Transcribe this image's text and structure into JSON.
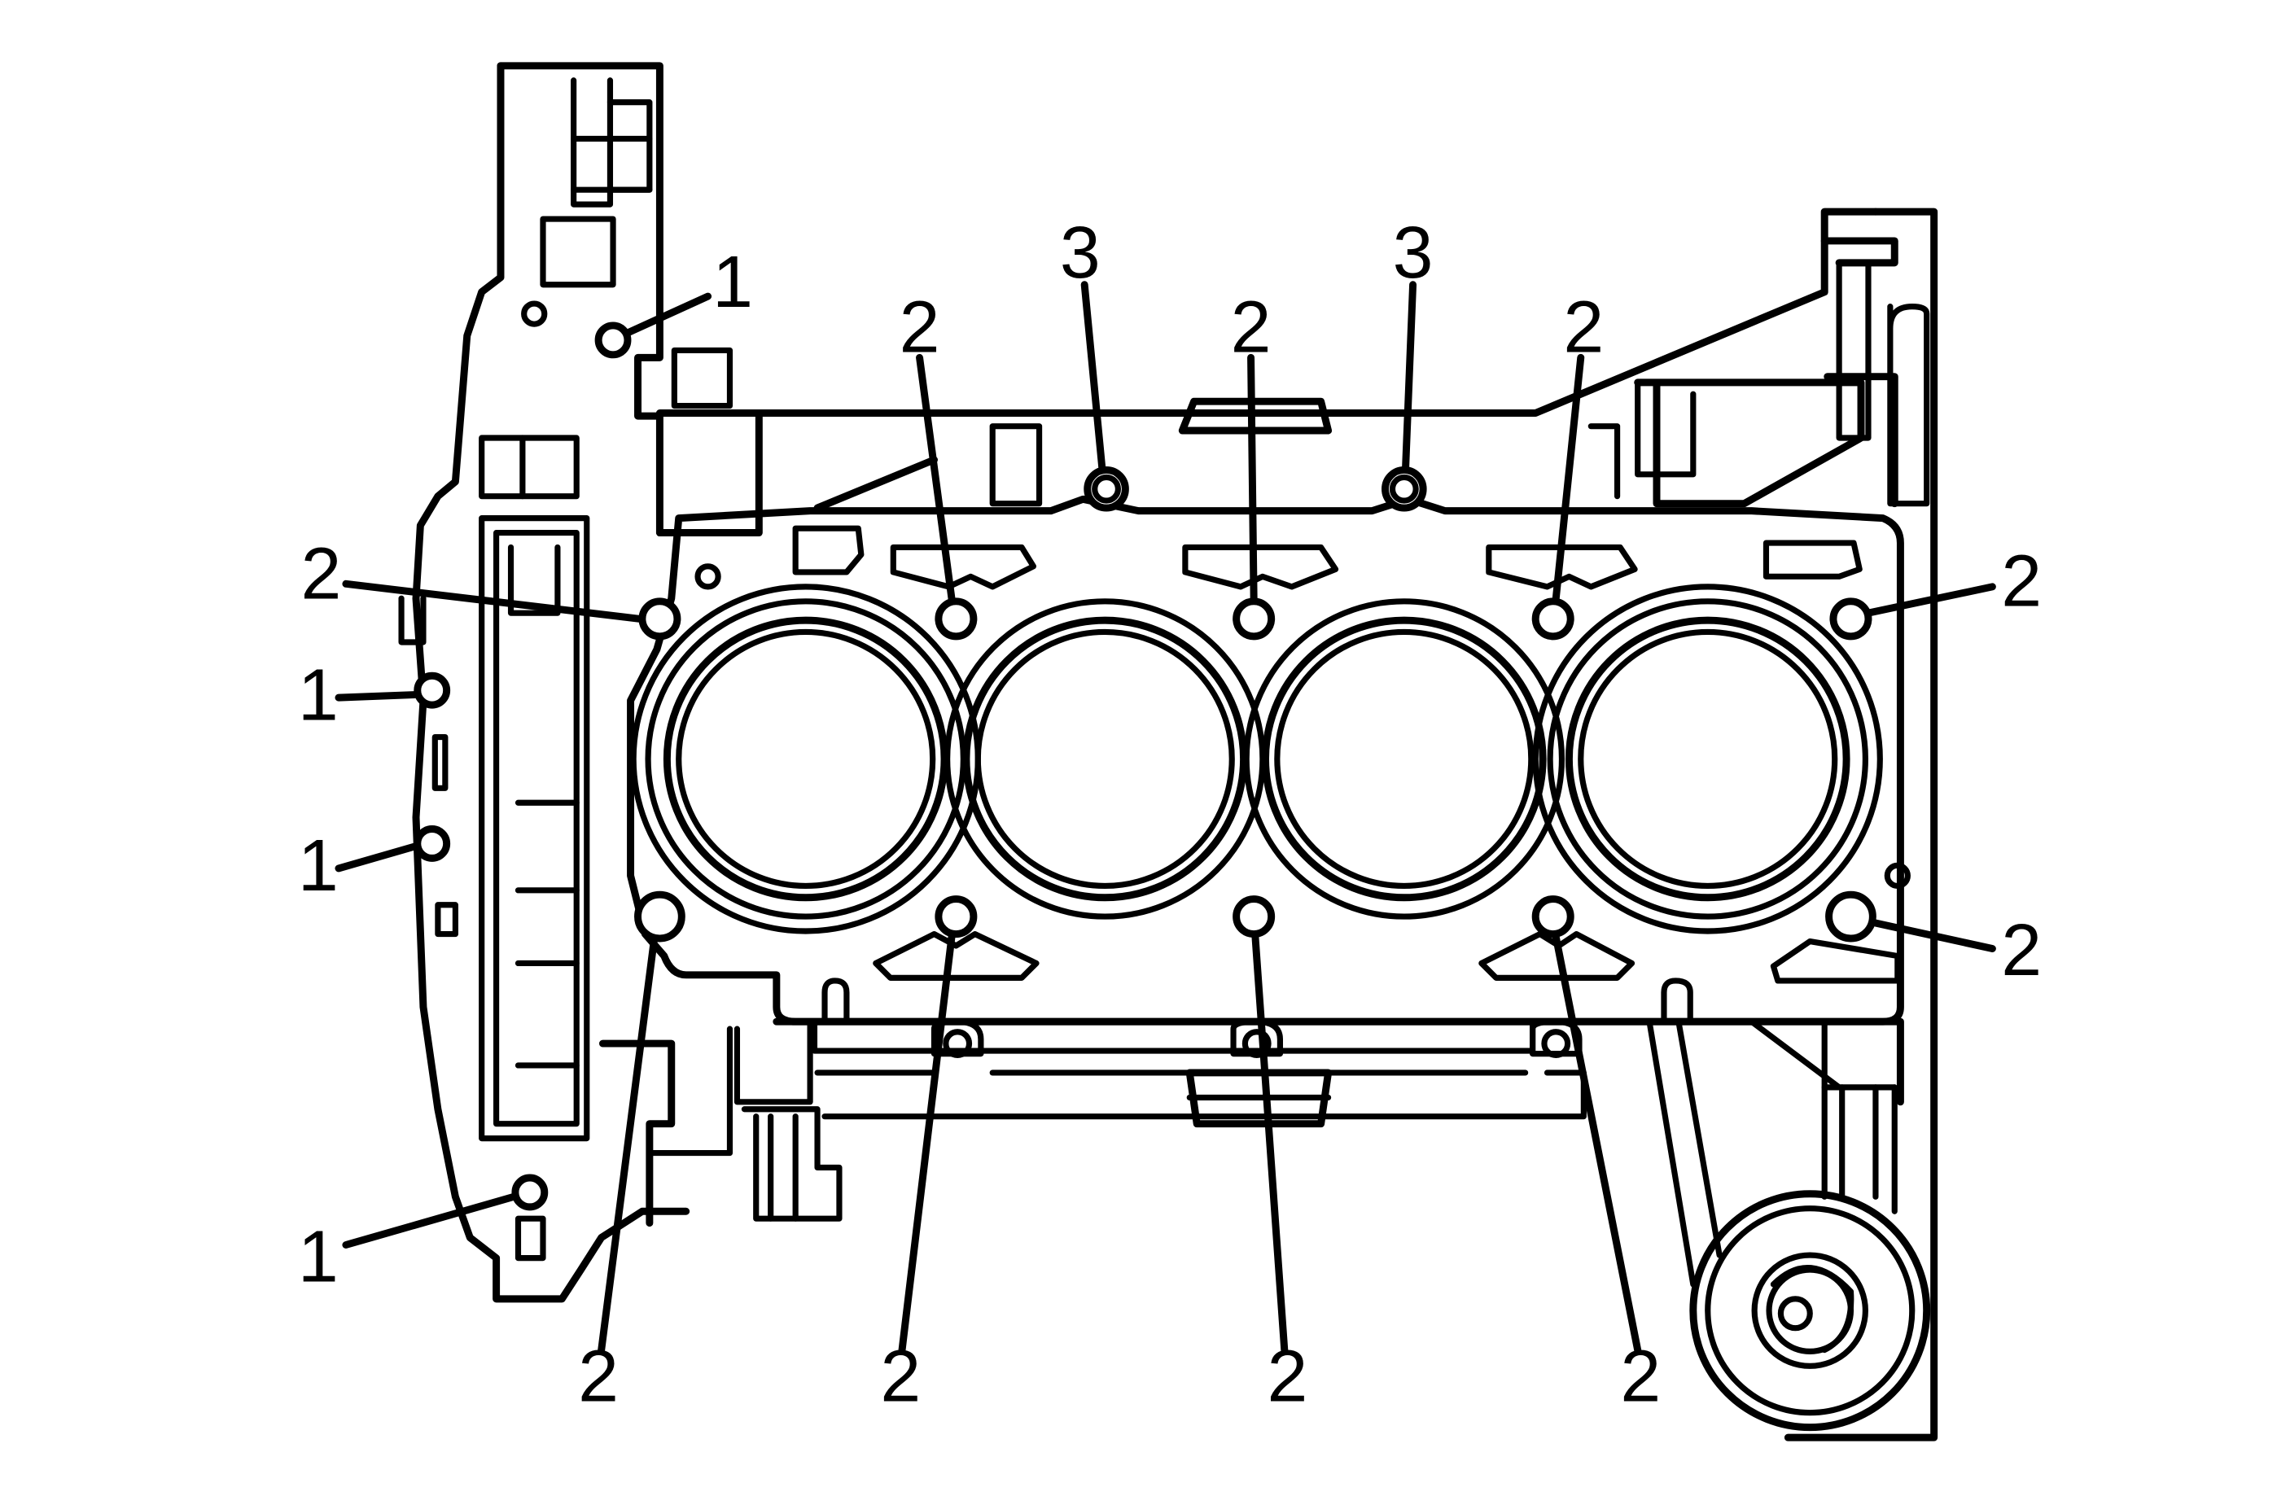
{
  "colors": {
    "ink": "#000000",
    "paper": "#ffffff"
  },
  "callouts": [
    {
      "id": "c1a",
      "text": "1"
    },
    {
      "id": "c1b",
      "text": "1"
    },
    {
      "id": "c1c",
      "text": "1"
    },
    {
      "id": "c1d",
      "text": "1"
    },
    {
      "id": "c2a",
      "text": "2"
    },
    {
      "id": "c2b",
      "text": "2"
    },
    {
      "id": "c2c",
      "text": "2"
    },
    {
      "id": "c2d",
      "text": "2"
    },
    {
      "id": "c2e",
      "text": "2"
    },
    {
      "id": "c2f",
      "text": "2"
    },
    {
      "id": "c2g",
      "text": "2"
    },
    {
      "id": "c2h",
      "text": "2"
    },
    {
      "id": "c2i",
      "text": "2"
    },
    {
      "id": "c2j",
      "text": "2"
    },
    {
      "id": "c3a",
      "text": "3"
    },
    {
      "id": "c3b",
      "text": "3"
    }
  ]
}
